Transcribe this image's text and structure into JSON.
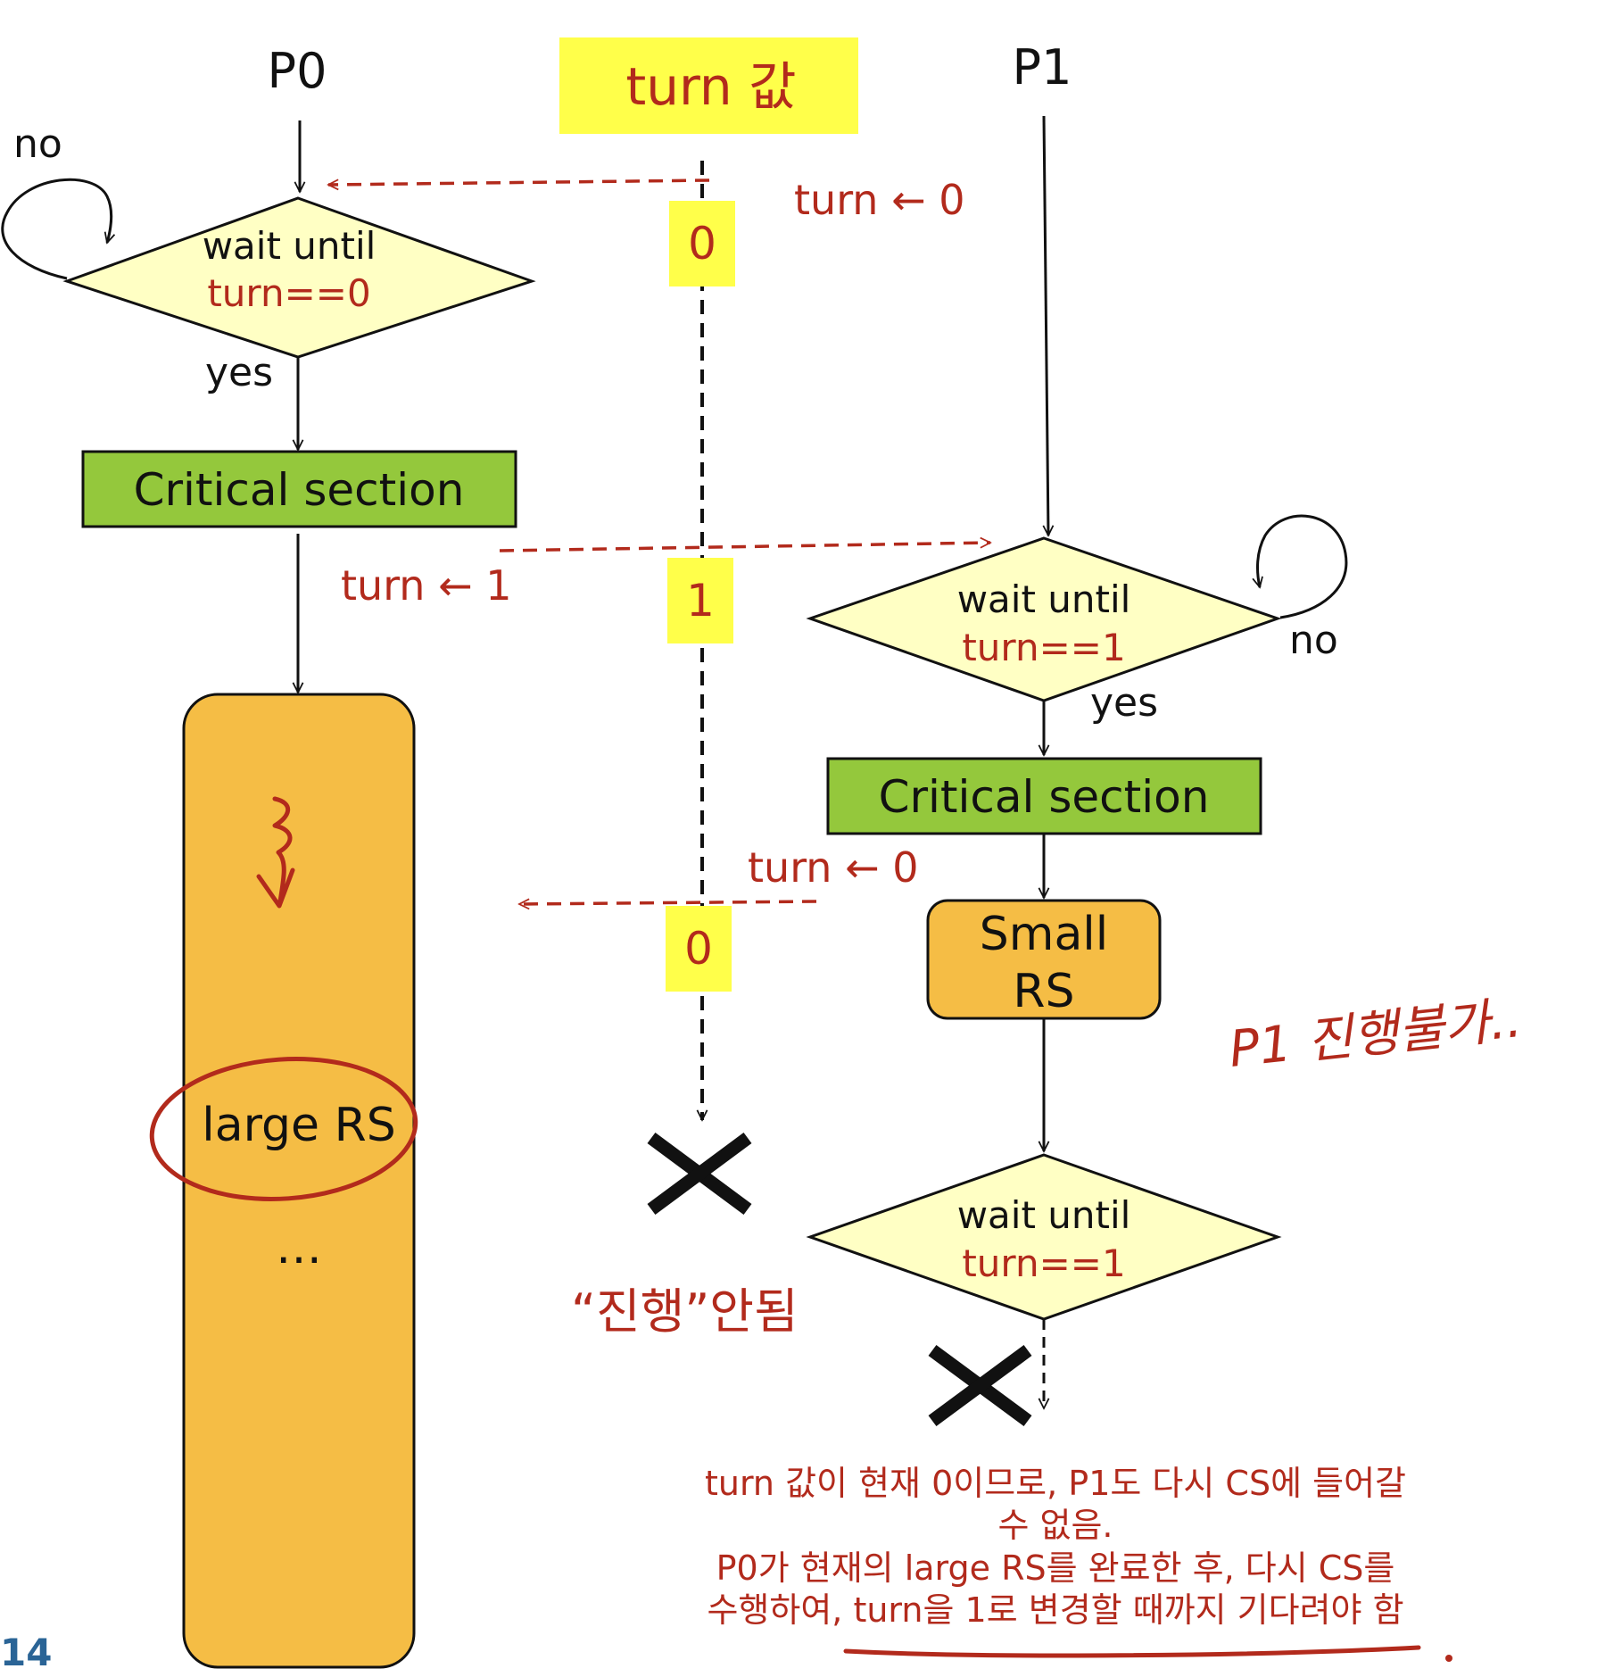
{
  "colors": {
    "red": "#b22a1c",
    "black": "#111111",
    "yellow_box": "#ffff4a",
    "diamond_fill": "#ffffc4",
    "green_box": "#94c83c",
    "orange_box": "#f5bd45",
    "slide_number": "#2a6496"
  },
  "header": {
    "p0": "P0",
    "p1": "P1",
    "turn_value_title": "turn 값"
  },
  "turn_values": {
    "v1": "0",
    "v2": "1",
    "v3": "0"
  },
  "p0": {
    "wait_line1": "wait until",
    "wait_line2": "turn==0",
    "no_label": "no",
    "yes_label": "yes",
    "cs_label": "Critical section",
    "assign_turn": "turn ← 1",
    "rs_label": "large RS",
    "ellipsis": "…"
  },
  "p1": {
    "assign_turn_initial": "turn ← 0",
    "wait_line1": "wait until",
    "wait_line2": "turn==1",
    "no_label": "no",
    "yes_label": "yes",
    "cs_label": "Critical section",
    "assign_turn": "turn ← 0",
    "rs_line1": "Small",
    "rs_line2": "RS",
    "wait2_line1": "wait until",
    "wait2_line2": "turn==1"
  },
  "annotations": {
    "no_progress": "“진행”안됨",
    "p1_note": "P1 진행불가..",
    "explanation": [
      "turn 값이 현재 0이므로, P1도 다시 CS에 들어갈",
      "수 없음.",
      "P0가 현재의 large RS를 완료한 후, 다시 CS를",
      "수행하여, turn을 1로 변경할 때까지 기다려야 함"
    ]
  },
  "footer": {
    "slide_number": "14"
  }
}
